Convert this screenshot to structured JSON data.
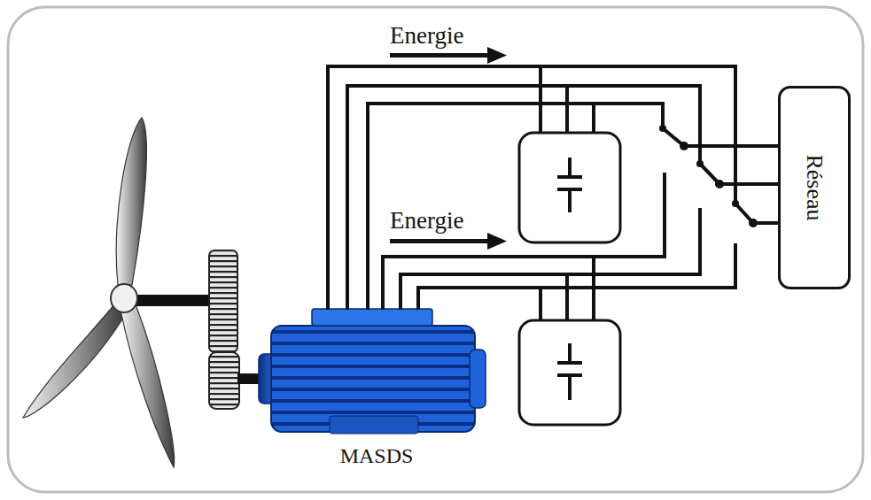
{
  "diagram": {
    "nodes": [
      {
        "text": [
          "Réseau"
        ]
      }
    ],
    "labels": [
      "Energie",
      "Energie",
      "MASDS"
    ]
  }
}
